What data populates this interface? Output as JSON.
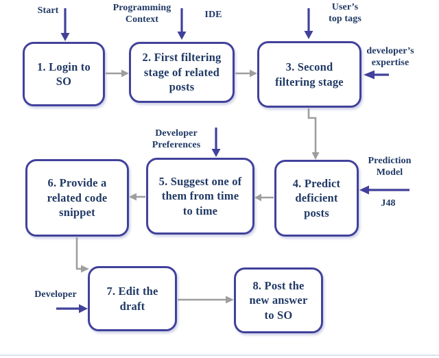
{
  "figure": {
    "type": "flowchart"
  },
  "colors": {
    "node_border": "#41419b",
    "node_text": "#1f3864",
    "label_text": "#1f3864",
    "arrow_blue": "#41419b",
    "arrow_gray": "#9e9e9e",
    "bottom_rule": "#dde1ea"
  },
  "nodes": [
    {
      "id": "1",
      "label": "1. Login to\nSO"
    },
    {
      "id": "2",
      "label": "2. First filtering\nstage of related\nposts"
    },
    {
      "id": "3",
      "label": "3. Second\nfiltering stage"
    },
    {
      "id": "4",
      "label": "4. Predict\ndeficient\nposts"
    },
    {
      "id": "5",
      "label": "5. Suggest one of\nthem from time\nto time"
    },
    {
      "id": "6",
      "label": "6. Provide a\nrelated code\nsnippet"
    },
    {
      "id": "7",
      "label": "7. Edit the\ndraft"
    },
    {
      "id": "8",
      "label": "8. Post the\nnew answer\nto SO"
    }
  ],
  "labels": {
    "start": "Start",
    "programming_context": "Programming\nContext",
    "ide": "IDE",
    "users_top_tags": "User’s\ntop tags",
    "developers_expertise": "developer’s\nexpertise",
    "developer_preferences": "Developer\nPreferences",
    "prediction_model": "Prediction\nModel",
    "j48": "J48",
    "developer": "Developer"
  }
}
